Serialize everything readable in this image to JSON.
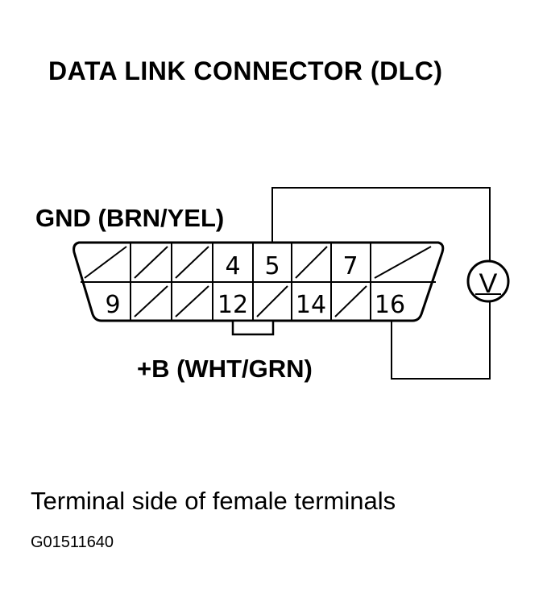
{
  "title": "DATA LINK CONNECTOR (DLC)",
  "labels": {
    "gnd": "GND (BRN/YEL)",
    "plus_b": "+B (WHT/GRN)",
    "voltmeter": "V"
  },
  "pins": {
    "top_row": [
      "4",
      "5",
      "7"
    ],
    "bottom_row": [
      "9",
      "12",
      "14",
      "16"
    ]
  },
  "caption": "Terminal side of female terminals",
  "figure_id": "G01511640"
}
